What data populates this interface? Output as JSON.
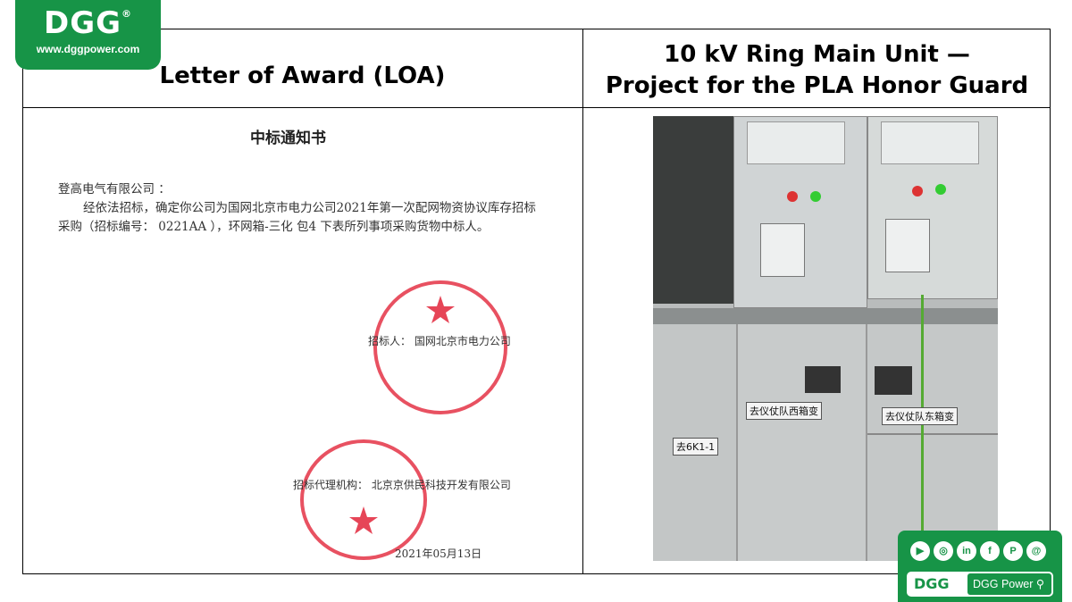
{
  "logo": {
    "brand": "DGG",
    "registered": "®",
    "url": "www.dggpower.com"
  },
  "headers": {
    "left": "Letter of Award (LOA)",
    "right_line1": "10 kV Ring Main Unit —",
    "right_line2": "Project for the PLA Honor Guard"
  },
  "letter": {
    "title": "中标通知书",
    "addressee": "登高电气有限公司 ：",
    "body": "经依法招标，确定你公司为国网北京市电力公司2021年第一次配网物资协议库存招标采购（招标编号： 0221AA ），环网箱-三化 包4 下表所列事项采购货物中标人。",
    "tenderer": "招标人：  国网北京市电力公司",
    "agency": "招标代理机构：  北京京供民科技开发有限公司",
    "date": "2021年05月13日"
  },
  "photo": {
    "label_west": "去仪仗队西箱变",
    "label_east": "去仪仗队东箱变",
    "label_6k1": "去6K1-1"
  },
  "social": {
    "icons": [
      "youtube-icon",
      "instagram-icon",
      "linkedin-icon",
      "facebook-icon",
      "pinterest-icon",
      "threads-icon"
    ],
    "icon_glyphs": [
      "▶",
      "◎",
      "in",
      "f",
      "P",
      "@"
    ],
    "brand": "DGG",
    "search_text": "DGG Power"
  },
  "colors": {
    "brand_green": "#179447",
    "seal_red": "#e2253a"
  }
}
